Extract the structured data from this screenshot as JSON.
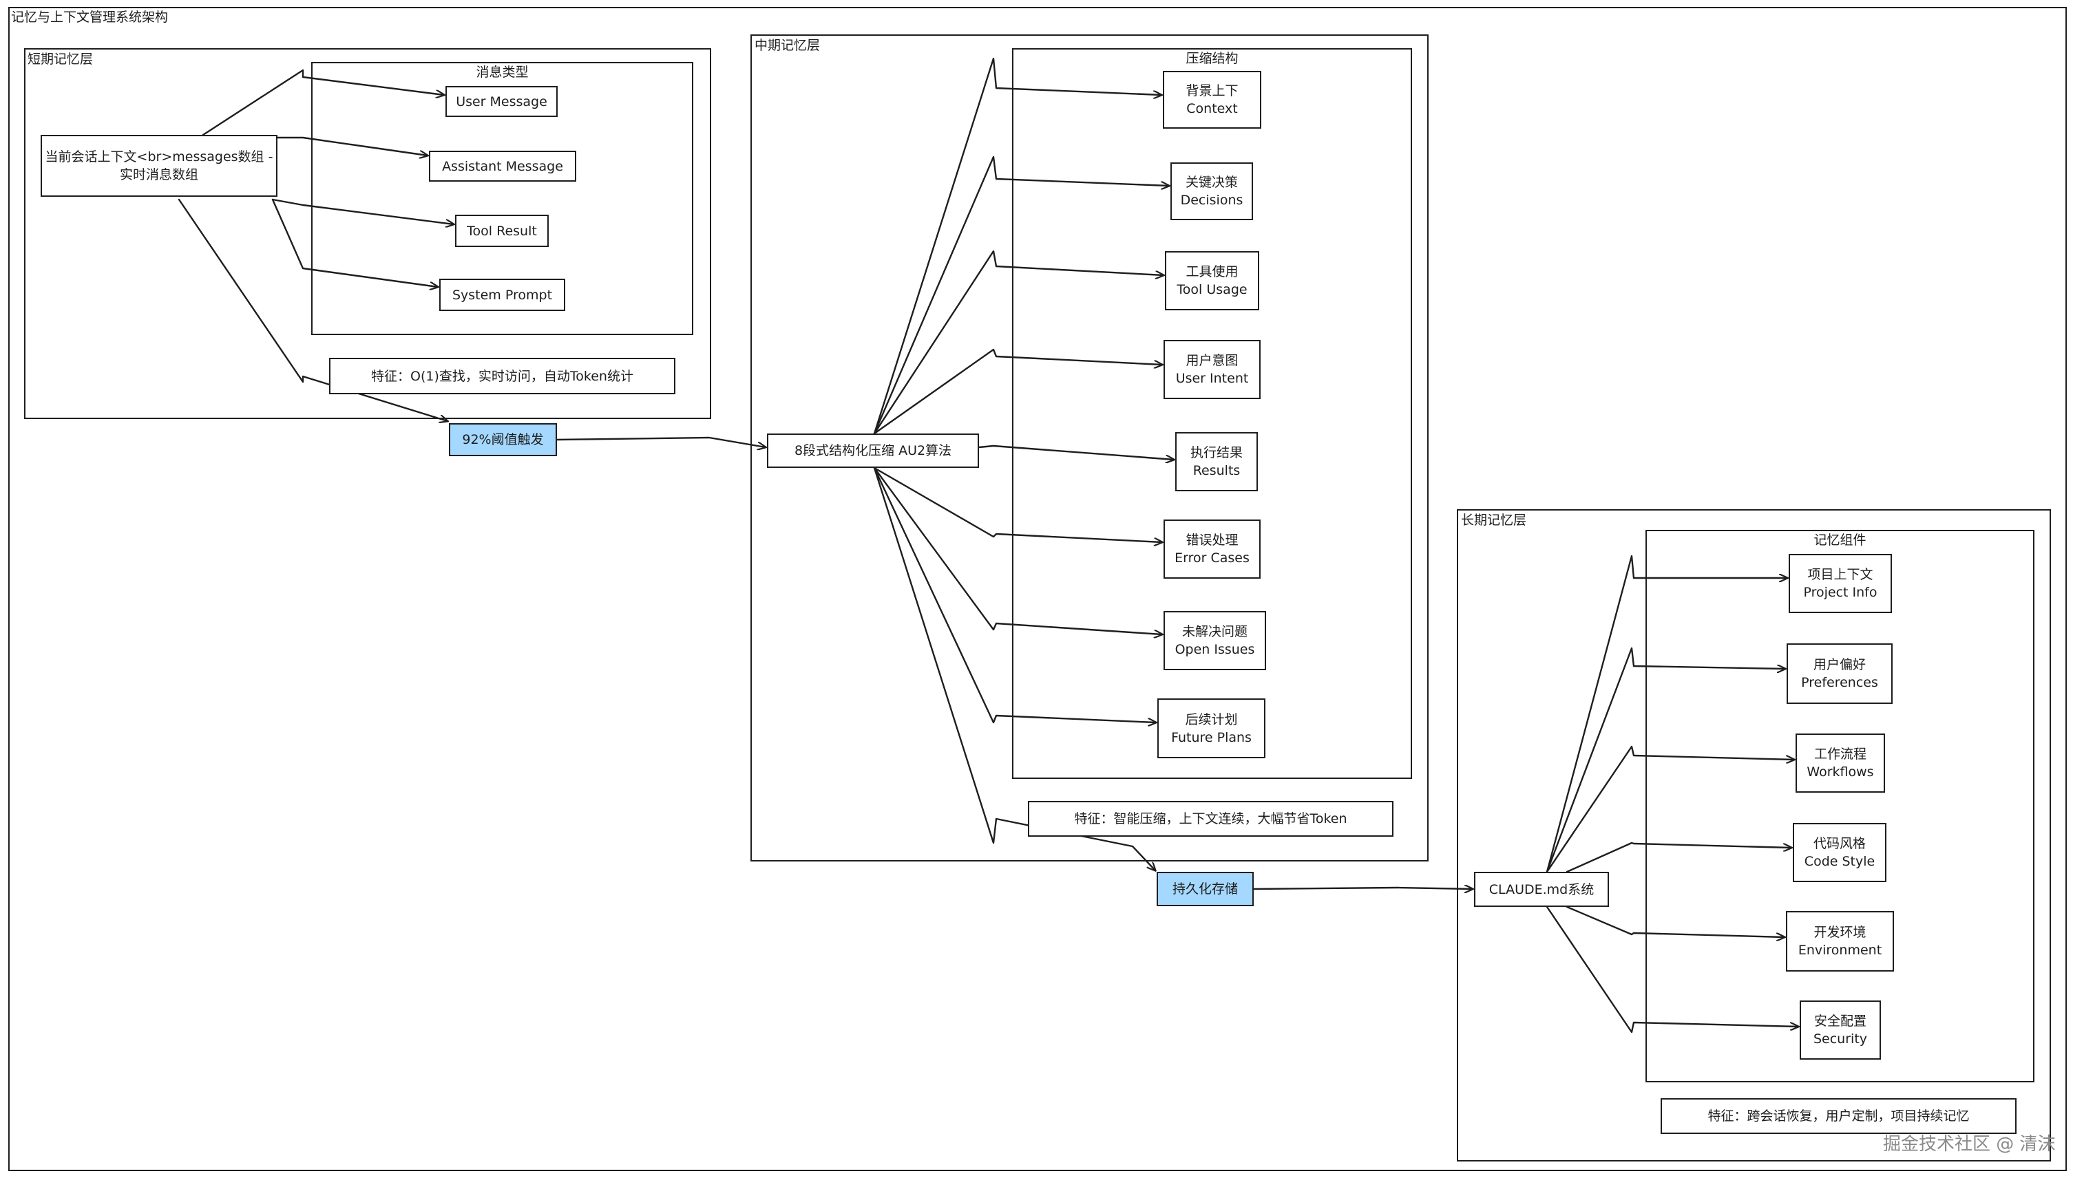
{
  "diagram_title": "记忆与上下文管理系统架构",
  "short_term": {
    "title": "短期记忆层",
    "messages_group_title": "消息类型",
    "source_node": [
      "当前会话上下文<br>messages数组 -",
      "实时消息数组"
    ],
    "message_types": [
      "User Message",
      "Assistant Message",
      "Tool Result",
      "System Prompt"
    ],
    "feature": "特征：O(1)查找，实时访问，自动Token统计"
  },
  "trigger": "92%阈值触发",
  "mid_term": {
    "title": "中期记忆层",
    "compress_group_title": "压缩结构",
    "algorithm_node": "8段式结构化压缩 AU2算法",
    "sections": [
      [
        "背景上下",
        "Context"
      ],
      [
        "关键决策",
        "Decisions"
      ],
      [
        "工具使用",
        "Tool Usage"
      ],
      [
        "用户意图",
        "User Intent"
      ],
      [
        "执行结果",
        "Results"
      ],
      [
        "错误处理",
        "Error Cases"
      ],
      [
        "未解决问题",
        "Open Issues"
      ],
      [
        "后续计划",
        "Future Plans"
      ]
    ],
    "feature": "特征：智能压缩，上下文连续，大幅节省Token"
  },
  "persist": "持久化存储",
  "long_term": {
    "title": "长期记忆层",
    "component_group_title": "记忆组件",
    "system_node": "CLAUDE.md系统",
    "components": [
      [
        "项目上下文",
        "Project Info"
      ],
      [
        "用户偏好",
        "Preferences"
      ],
      [
        "工作流程",
        "Workflows"
      ],
      [
        "代码风格",
        "Code Style"
      ],
      [
        "开发环境",
        "Environment"
      ],
      [
        "安全配置",
        "Security"
      ]
    ],
    "feature": "特征：跨会话恢复，用户定制，项目持续记忆"
  },
  "watermark": "掘金技术社区 @ 清沫",
  "colors": {
    "stroke": "#1e1e1e",
    "highlight_fill": "#a5d8ff",
    "background": "#ffffff"
  }
}
